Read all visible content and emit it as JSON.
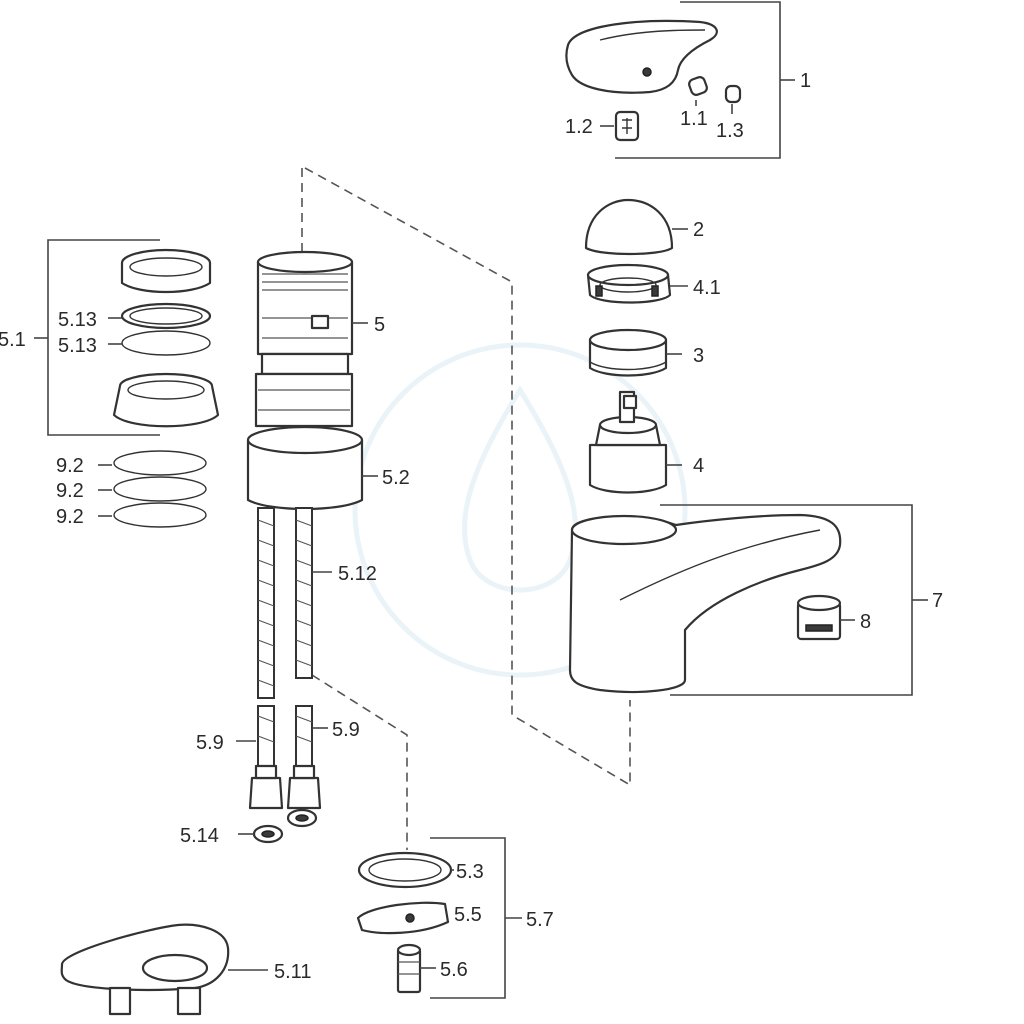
{
  "labels": {
    "handle_group": "1",
    "screw_1_1": "1.1",
    "clip_1_2": "1.2",
    "screw_1_3": "1.3",
    "cap": "2",
    "ring_adapter": "4.1",
    "nut_3": "3",
    "cartridge": "4",
    "spout_body": "7",
    "aerator": "8",
    "mounting_set": "5.1",
    "gasket_a": "5.13",
    "gasket_b": "5.13",
    "oring_a": "9.2",
    "oring_b": "9.2",
    "oring_c": "9.2",
    "body_5": "5",
    "sleeve_5_2": "5.2",
    "hose_5_12": "5.12",
    "hose_left": "5.9",
    "hose_right": "5.9",
    "washer_5_14": "5.14",
    "fixing_set": "5.7",
    "washer_5_3": "5.3",
    "plate_5_5": "5.5",
    "stud_5_6": "5.6",
    "base_plate": "5.11"
  }
}
